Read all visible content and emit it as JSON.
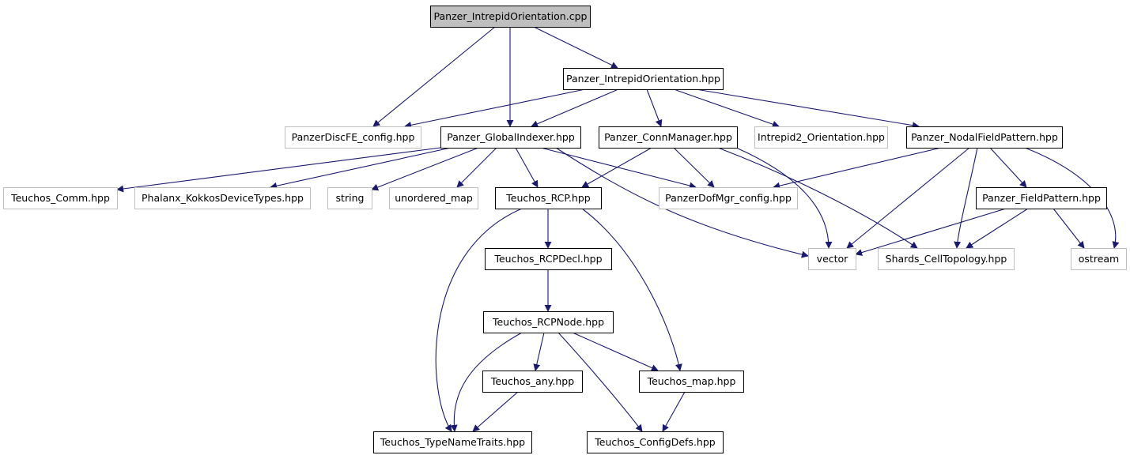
{
  "diagram": {
    "colors": {
      "edge": "#191970",
      "root_fill": "#bfbfbf",
      "documented_border": "#000000",
      "external_border": "#bfbfbf",
      "node_fill": "#ffffff"
    },
    "nodes": [
      {
        "id": "n_cpp",
        "label": "Panzer_IntrepidOrientation.cpp",
        "kind": "root"
      },
      {
        "id": "n_iohpp",
        "label": "Panzer_IntrepidOrientation.hpp",
        "kind": "documented"
      },
      {
        "id": "n_discfe",
        "label": "PanzerDiscFE_config.hpp",
        "kind": "external"
      },
      {
        "id": "n_gidx",
        "label": "Panzer_GlobalIndexer.hpp",
        "kind": "documented"
      },
      {
        "id": "n_connmgr",
        "label": "Panzer_ConnManager.hpp",
        "kind": "documented"
      },
      {
        "id": "n_intrepid2",
        "label": "Intrepid2_Orientation.hpp",
        "kind": "external"
      },
      {
        "id": "n_nodal",
        "label": "Panzer_NodalFieldPattern.hpp",
        "kind": "documented"
      },
      {
        "id": "n_comm",
        "label": "Teuchos_Comm.hpp",
        "kind": "external"
      },
      {
        "id": "n_phalanx",
        "label": "Phalanx_KokkosDeviceTypes.hpp",
        "kind": "external"
      },
      {
        "id": "n_string",
        "label": "string",
        "kind": "external"
      },
      {
        "id": "n_umap",
        "label": "unordered_map",
        "kind": "external"
      },
      {
        "id": "n_rcp",
        "label": "Teuchos_RCP.hpp",
        "kind": "documented"
      },
      {
        "id": "n_dofmgr",
        "label": "PanzerDofMgr_config.hpp",
        "kind": "external"
      },
      {
        "id": "n_fieldpat",
        "label": "Panzer_FieldPattern.hpp",
        "kind": "documented"
      },
      {
        "id": "n_rcpdecl",
        "label": "Teuchos_RCPDecl.hpp",
        "kind": "documented"
      },
      {
        "id": "n_vector",
        "label": "vector",
        "kind": "external"
      },
      {
        "id": "n_shards",
        "label": "Shards_CellTopology.hpp",
        "kind": "external"
      },
      {
        "id": "n_ostream",
        "label": "ostream",
        "kind": "external"
      },
      {
        "id": "n_rcpnode",
        "label": "Teuchos_RCPNode.hpp",
        "kind": "documented"
      },
      {
        "id": "n_any",
        "label": "Teuchos_any.hpp",
        "kind": "documented"
      },
      {
        "id": "n_map",
        "label": "Teuchos_map.hpp",
        "kind": "documented"
      },
      {
        "id": "n_typename",
        "label": "Teuchos_TypeNameTraits.hpp",
        "kind": "documented"
      },
      {
        "id": "n_configdefs",
        "label": "Teuchos_ConfigDefs.hpp",
        "kind": "documented"
      }
    ],
    "edges": [
      {
        "from": "n_cpp",
        "to": "n_discfe"
      },
      {
        "from": "n_cpp",
        "to": "n_gidx"
      },
      {
        "from": "n_cpp",
        "to": "n_iohpp"
      },
      {
        "from": "n_iohpp",
        "to": "n_discfe"
      },
      {
        "from": "n_iohpp",
        "to": "n_gidx"
      },
      {
        "from": "n_iohpp",
        "to": "n_connmgr"
      },
      {
        "from": "n_iohpp",
        "to": "n_intrepid2"
      },
      {
        "from": "n_iohpp",
        "to": "n_nodal"
      },
      {
        "from": "n_gidx",
        "to": "n_comm"
      },
      {
        "from": "n_gidx",
        "to": "n_phalanx"
      },
      {
        "from": "n_gidx",
        "to": "n_string"
      },
      {
        "from": "n_gidx",
        "to": "n_umap"
      },
      {
        "from": "n_gidx",
        "to": "n_rcp"
      },
      {
        "from": "n_gidx",
        "to": "n_dofmgr"
      },
      {
        "from": "n_gidx",
        "to": "n_vector"
      },
      {
        "from": "n_connmgr",
        "to": "n_rcp"
      },
      {
        "from": "n_connmgr",
        "to": "n_dofmgr"
      },
      {
        "from": "n_connmgr",
        "to": "n_vector"
      },
      {
        "from": "n_connmgr",
        "to": "n_shards"
      },
      {
        "from": "n_nodal",
        "to": "n_dofmgr"
      },
      {
        "from": "n_nodal",
        "to": "n_fieldpat"
      },
      {
        "from": "n_nodal",
        "to": "n_vector"
      },
      {
        "from": "n_nodal",
        "to": "n_shards"
      },
      {
        "from": "n_nodal",
        "to": "n_ostream"
      },
      {
        "from": "n_fieldpat",
        "to": "n_vector"
      },
      {
        "from": "n_fieldpat",
        "to": "n_shards"
      },
      {
        "from": "n_fieldpat",
        "to": "n_ostream"
      },
      {
        "from": "n_rcp",
        "to": "n_rcpdecl"
      },
      {
        "from": "n_rcp",
        "to": "n_typename"
      },
      {
        "from": "n_rcp",
        "to": "n_map"
      },
      {
        "from": "n_rcpdecl",
        "to": "n_rcpnode"
      },
      {
        "from": "n_rcpnode",
        "to": "n_any"
      },
      {
        "from": "n_rcpnode",
        "to": "n_map"
      },
      {
        "from": "n_rcpnode",
        "to": "n_typename"
      },
      {
        "from": "n_rcpnode",
        "to": "n_configdefs"
      },
      {
        "from": "n_any",
        "to": "n_typename"
      },
      {
        "from": "n_map",
        "to": "n_configdefs"
      }
    ]
  }
}
